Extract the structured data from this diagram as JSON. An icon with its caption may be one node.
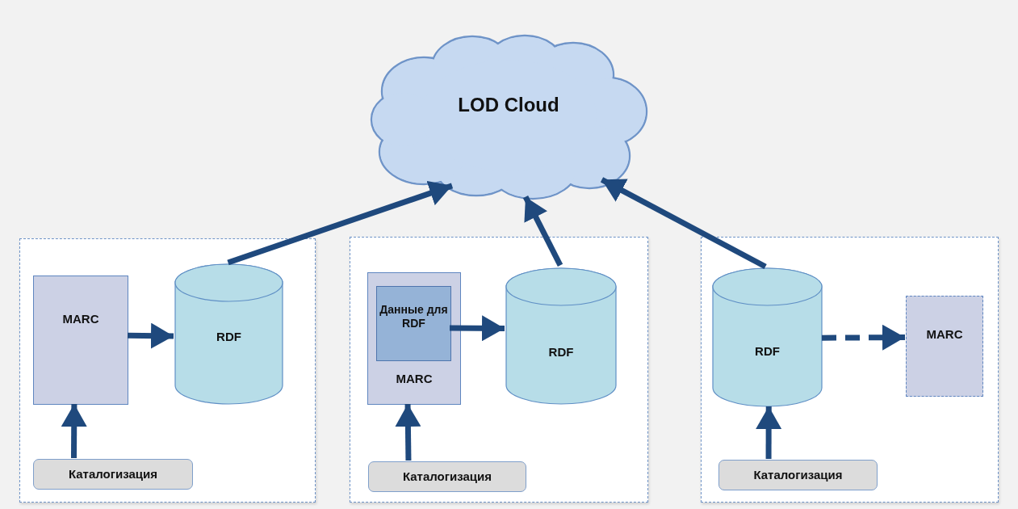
{
  "diagram": {
    "nodes": [
      {
        "text": [
          "LOD Cloud"
        ]
      },
      {
        "text": [],
        "shape": "box"
      },
      {
        "text": [
          "MARC"
        ],
        "in": 1
      },
      {
        "text": [
          "RDF"
        ],
        "in": 1
      },
      {
        "text": [
          "Каталогизация"
        ],
        "in": 1
      },
      {
        "text": [],
        "shape": "box"
      },
      {
        "text": [
          "MARC"
        ],
        "in": 5
      },
      {
        "text": [
          "Данные для RDF"
        ],
        "in": 6
      },
      {
        "text": [
          "RDF"
        ],
        "in": 5
      },
      {
        "text": [
          "Каталогизация"
        ],
        "in": 5
      },
      {
        "text": [],
        "shape": "box"
      },
      {
        "text": [
          "RDF"
        ],
        "in": 10
      },
      {
        "text": [
          "MARC"
        ],
        "in": 10
      },
      {
        "text": [
          "Каталогизация"
        ],
        "in": 10
      }
    ],
    "edges": [
      {
        "from": 3,
        "to": 0,
        "arrow": "to"
      },
      {
        "from": 8,
        "to": 0,
        "arrow": "to"
      },
      {
        "from": 11,
        "to": 0,
        "arrow": "to"
      },
      {
        "from": 2,
        "to": 3,
        "arrow": "to"
      },
      {
        "from": 4,
        "to": 2,
        "arrow": "to"
      },
      {
        "from": 7,
        "to": 8,
        "arrow": "to"
      },
      {
        "from": 9,
        "to": 6,
        "arrow": "to"
      },
      {
        "from": 11,
        "to": 12,
        "arrow": "to",
        "style": "dashed"
      },
      {
        "from": 13,
        "to": 11,
        "arrow": "to"
      }
    ]
  }
}
